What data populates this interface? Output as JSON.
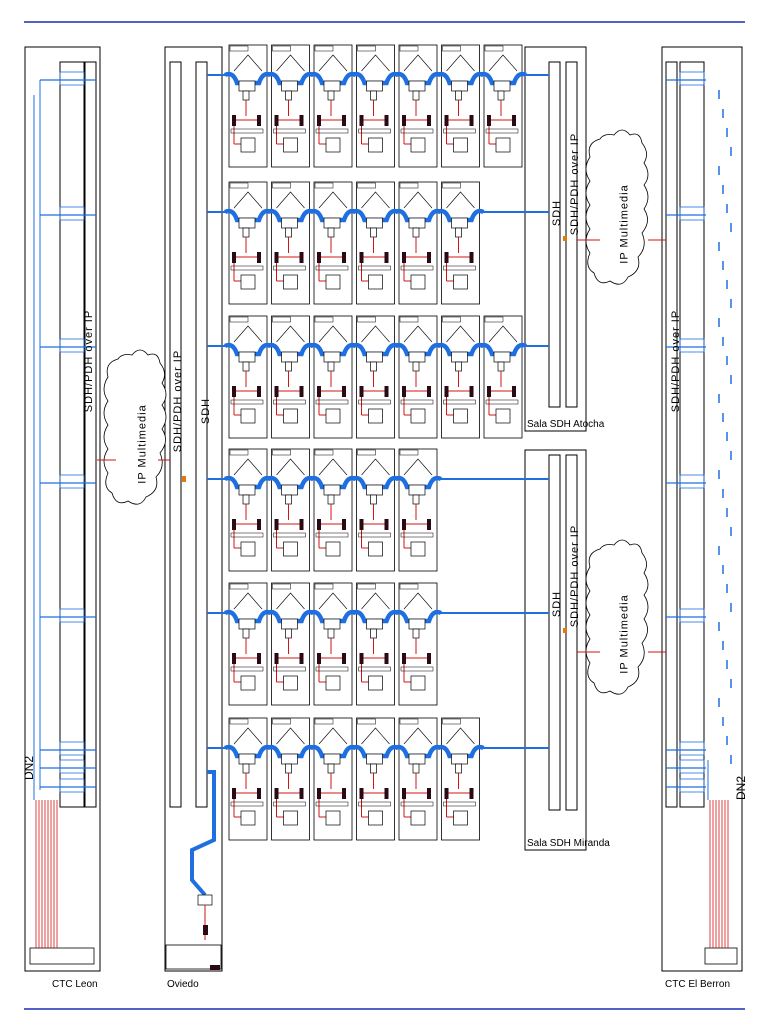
{
  "sites": {
    "leon": "CTC Leon",
    "oviedo": "Oviedo",
    "berron": "CTC El Berron"
  },
  "rooms": {
    "atocha": "Sala SDH Atocha",
    "miranda": "Sala SDH Miranda"
  },
  "labels": {
    "sdh_pdh_over_ip": "SDH/PDH over IP",
    "sdh": "SDH",
    "ip_multimedia": "IP Multimedia",
    "dn2": "DN2"
  },
  "colors": {
    "frame_line": "#1a2fb5",
    "link_blue": "#1f6fe0",
    "link_red": "#d21414",
    "port_orange": "#e07a10",
    "equipment_dark": "#2a0a14"
  }
}
